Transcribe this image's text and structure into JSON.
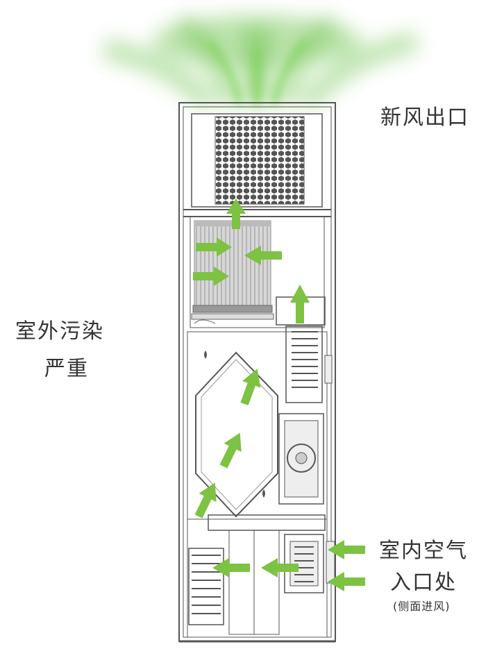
{
  "labels": {
    "fresh_air_outlet": "新风出口",
    "outdoor_pollution_line1": "室外污染",
    "outdoor_pollution_line2": "严重",
    "indoor_air_inlet_line1": "室内空气",
    "indoor_air_inlet_line2": "入口处",
    "side_intake_note": "(侧面进风)"
  },
  "colors": {
    "arrow_green": "#7dc242",
    "mist_green": "#6cc24a",
    "line_gray": "#555555",
    "filter_gray": "#c8c8c8"
  }
}
